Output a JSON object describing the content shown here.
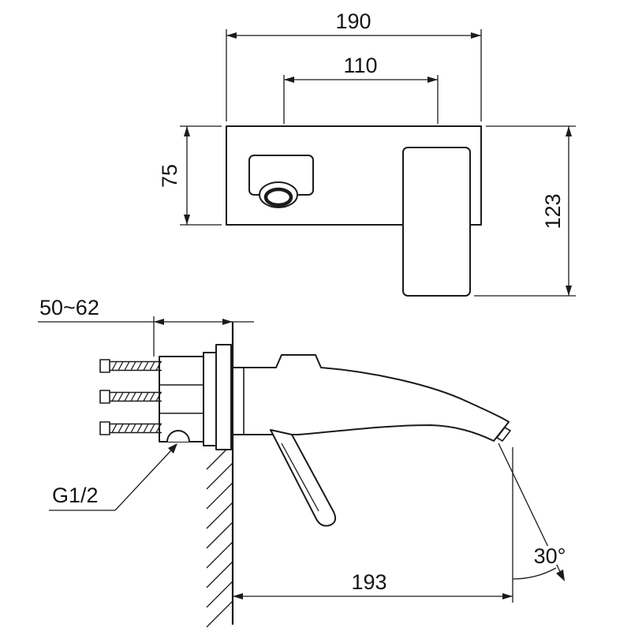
{
  "colors": {
    "ink": "#1b1b1b",
    "background": "#ffffff"
  },
  "front_view": {
    "overall_width": "190",
    "center_distance": "110",
    "plate_height": "75",
    "overall_height": "123"
  },
  "side_view": {
    "wall_thickness_range": "50~62",
    "inlet_thread": "G1/2",
    "spout_reach": "193",
    "spray_angle": "30°"
  }
}
